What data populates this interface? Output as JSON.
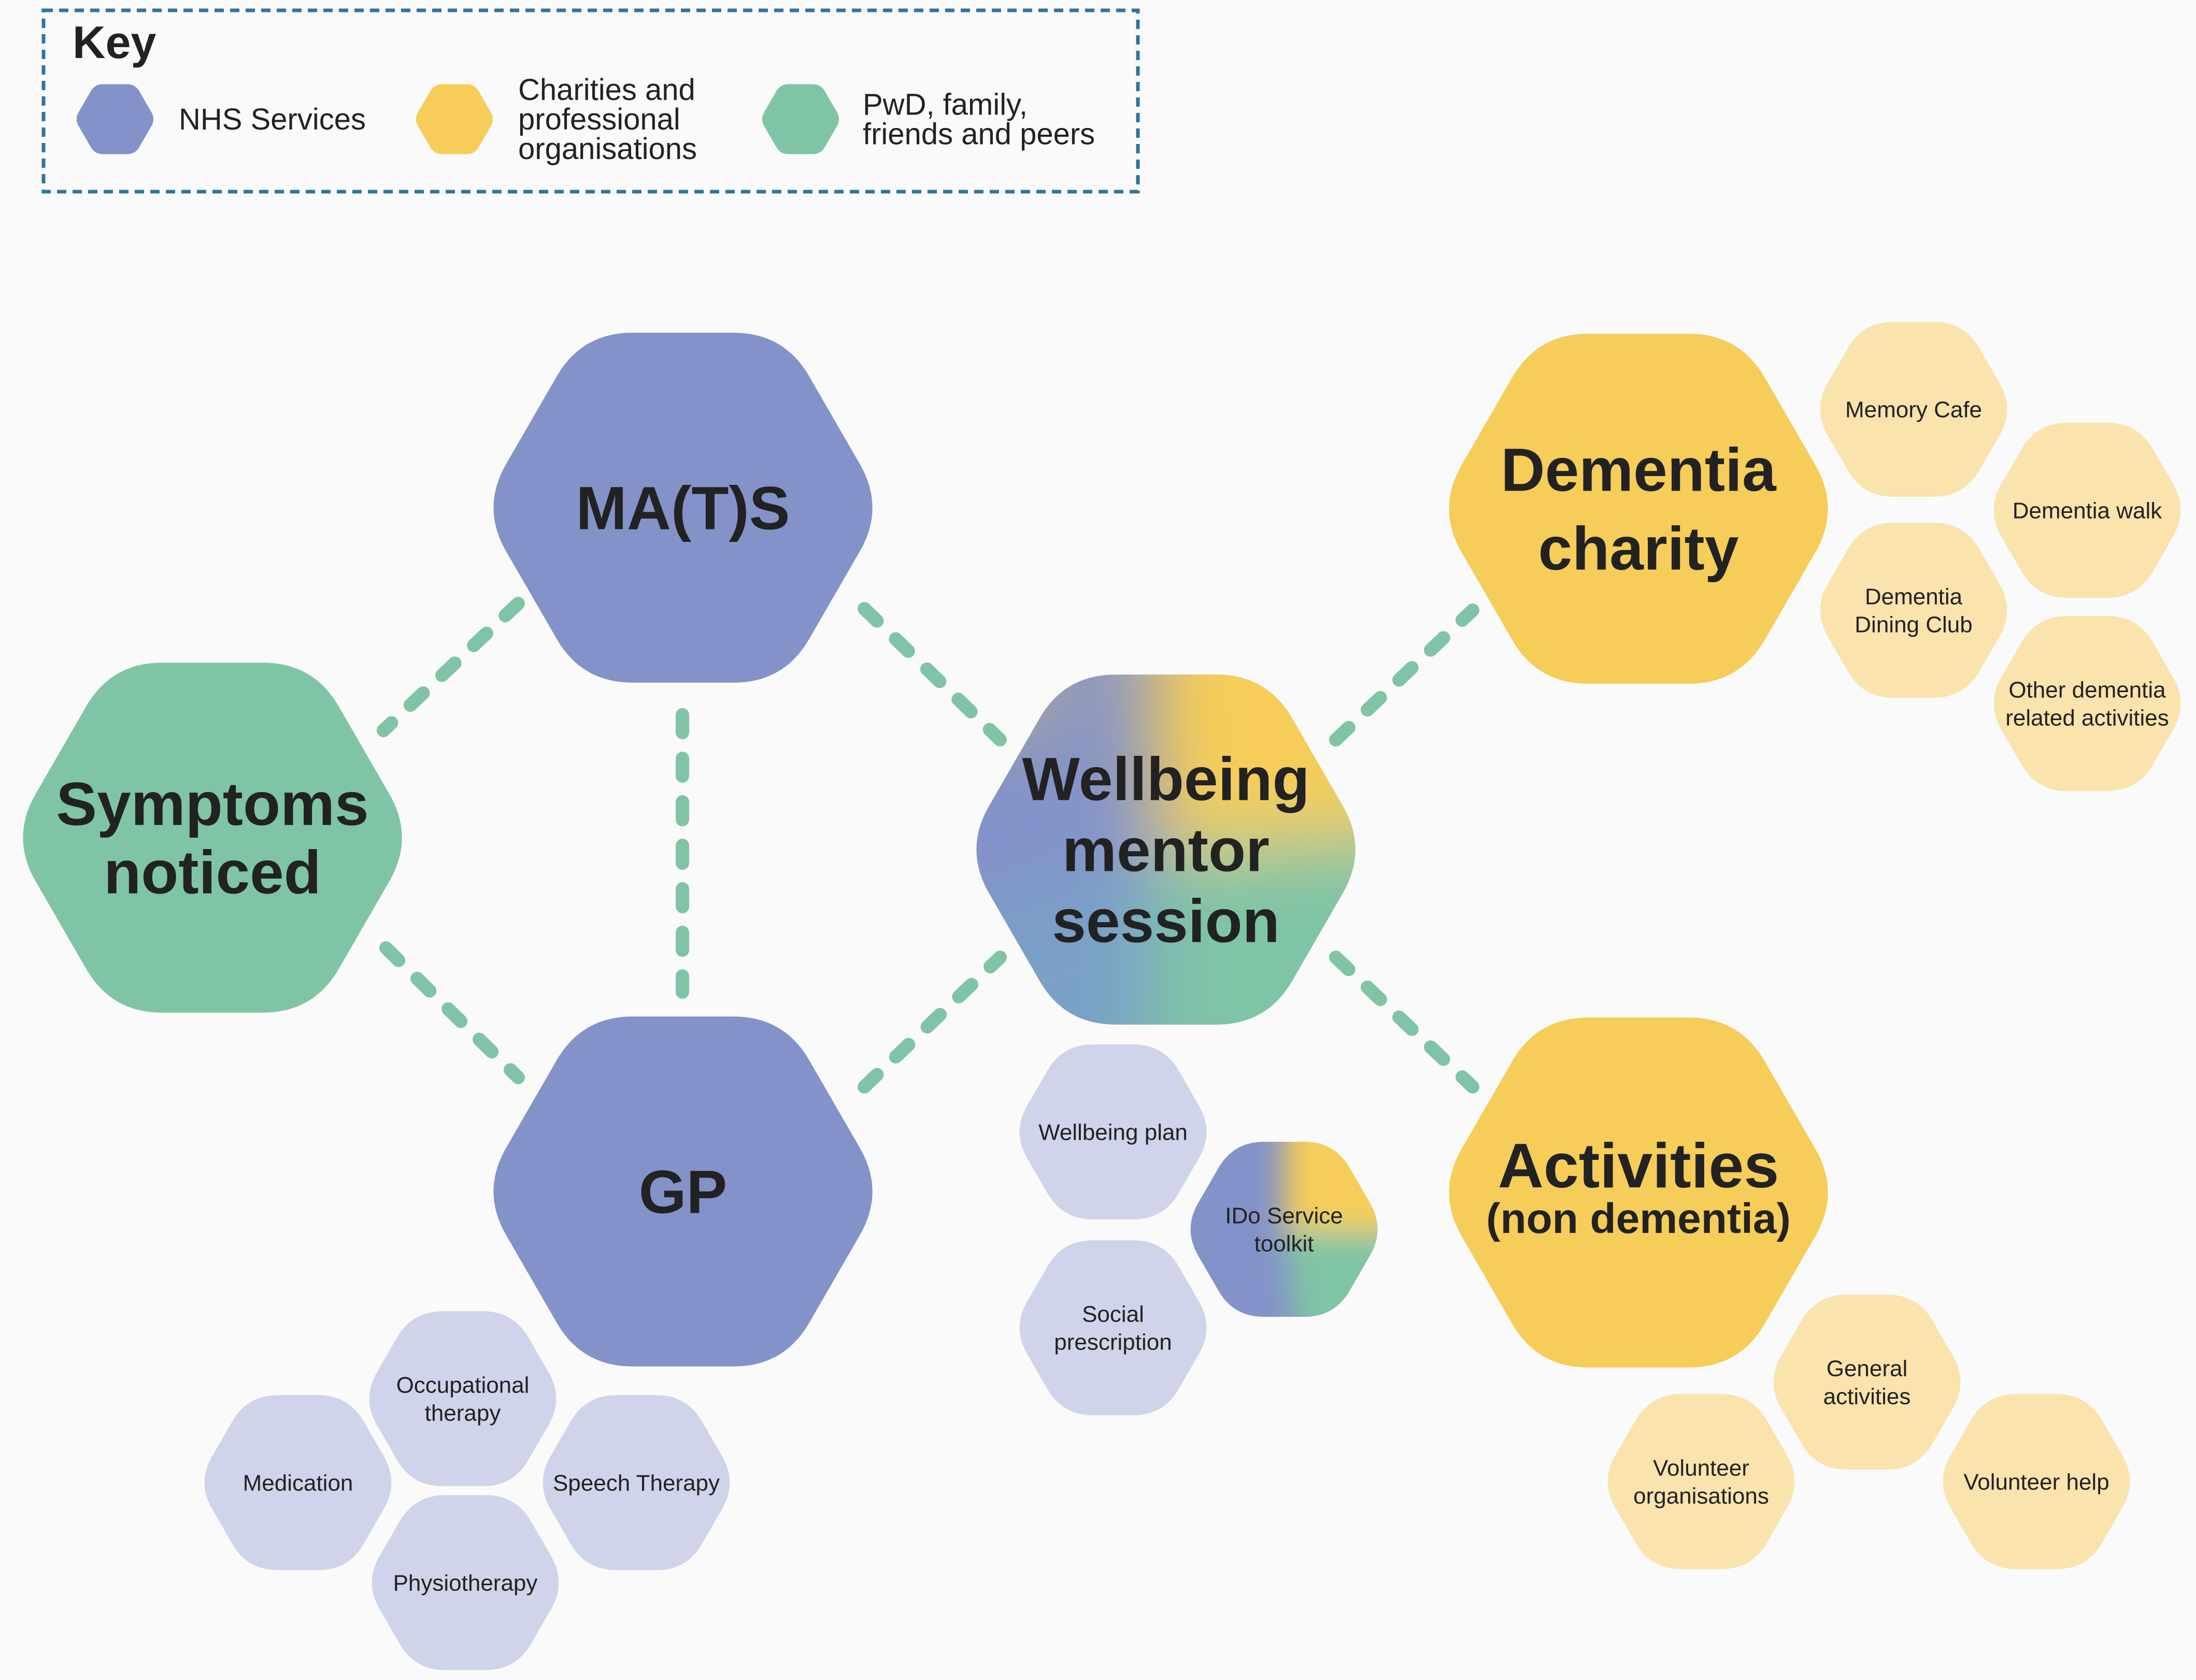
{
  "colors": {
    "background": "#fafafa",
    "nhs": "#8393c9",
    "nhs_light": "#d0d4ea",
    "charity": "#f5cd58",
    "charity_light": "#fae3ad",
    "pwd": "#7fc5a5",
    "connector": "#7fc5a5",
    "key_border": "#2e75a0",
    "text": "#222222"
  },
  "key": {
    "title": "Key",
    "items": [
      {
        "label": [
          "NHS Services"
        ],
        "color": "#8393c9"
      },
      {
        "label": [
          "Charities and",
          "professional",
          "organisations"
        ],
        "color": "#f5cd58"
      },
      {
        "label": [
          "PwD, family,",
          "friends and peers"
        ],
        "color": "#7fc5a5"
      }
    ]
  },
  "main_nodes": {
    "symptoms": {
      "label": [
        "Symptoms",
        "noticed"
      ],
      "category": "pwd"
    },
    "mats": {
      "label": [
        "MA(T)S"
      ],
      "category": "nhs"
    },
    "gp": {
      "label": [
        "GP"
      ],
      "category": "nhs"
    },
    "wellbeing": {
      "label": [
        "Wellbeing",
        "mentor",
        "session"
      ],
      "category": "mixed"
    },
    "dementia_charity": {
      "label": [
        "Dementia",
        "charity"
      ],
      "category": "charity"
    },
    "activities": {
      "label": [
        "Activities",
        "(non dementia)"
      ],
      "category": "charity"
    }
  },
  "sub_nodes": {
    "gp": [
      {
        "label": [
          "Occupational",
          "therapy"
        ]
      },
      {
        "label": [
          "Medication"
        ]
      },
      {
        "label": [
          "Speech Therapy"
        ]
      },
      {
        "label": [
          "Physiotherapy"
        ]
      }
    ],
    "wellbeing": [
      {
        "label": [
          "Wellbeing plan"
        ],
        "category": "nhs"
      },
      {
        "label": [
          "IDo Service",
          "toolkit"
        ],
        "category": "mixed"
      },
      {
        "label": [
          "Social",
          "prescription"
        ],
        "category": "nhs"
      }
    ],
    "dementia_charity": [
      {
        "label": [
          "Memory Cafe"
        ]
      },
      {
        "label": [
          "Dementia walk"
        ]
      },
      {
        "label": [
          "Dementia",
          "Dining Club"
        ]
      },
      {
        "label": [
          "Other dementia",
          "related activities"
        ]
      }
    ],
    "activities": [
      {
        "label": [
          "General",
          "activities"
        ]
      },
      {
        "label": [
          "Volunteer",
          "organisations"
        ]
      },
      {
        "label": [
          "Volunteer help"
        ]
      }
    ]
  },
  "connections": [
    [
      "mats",
      "symptoms"
    ],
    [
      "symptoms",
      "gp"
    ],
    [
      "mats",
      "gp"
    ],
    [
      "mats",
      "wellbeing"
    ],
    [
      "gp",
      "wellbeing"
    ],
    [
      "wellbeing",
      "dementia_charity"
    ],
    [
      "wellbeing",
      "activities"
    ]
  ]
}
